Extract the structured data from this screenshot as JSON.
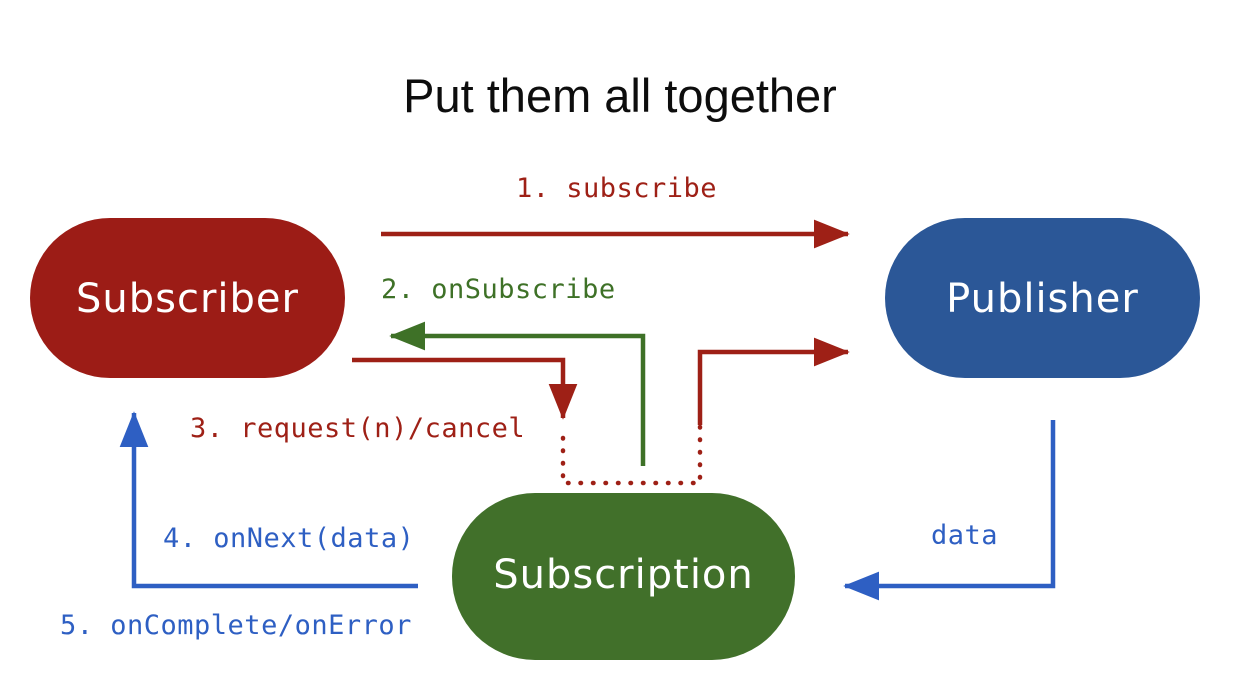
{
  "title": "Put them all together",
  "colors": {
    "subscriber": "#9C1C16",
    "publisher": "#2B5797",
    "subscription": "#41702A",
    "red": "#9E2016",
    "green": "#3E7127",
    "blue": "#2E5FC3",
    "background": "#FFFFFF",
    "title_text": "#0D0D0D",
    "node_text": "#FFFFFF"
  },
  "nodes": [
    {
      "id": "subscriber",
      "label": "Subscriber"
    },
    {
      "id": "publisher",
      "label": "Publisher"
    },
    {
      "id": "subscription",
      "label": "Subscription"
    }
  ],
  "edges": [
    {
      "id": "step1",
      "label": "1. subscribe",
      "color": "#9E2016",
      "from": "subscriber",
      "to": "publisher"
    },
    {
      "id": "step2",
      "label": "2. onSubscribe",
      "color": "#3E7127",
      "from": "subscription",
      "to": "subscriber"
    },
    {
      "id": "step3",
      "label": "3. request(n)/cancel",
      "color": "#9E2016",
      "from": "subscriber",
      "to": "subscription"
    },
    {
      "id": "step4",
      "label": "4. onNext(data)",
      "color": "#2E5FC3",
      "from": "subscription",
      "to": "subscriber"
    },
    {
      "id": "step5",
      "label": "5. onComplete/onError",
      "color": "#2E5FC3",
      "from": "subscription",
      "to": "subscriber"
    },
    {
      "id": "data",
      "label": "data",
      "color": "#2E5FC3",
      "from": "publisher",
      "to": "subscription"
    }
  ]
}
